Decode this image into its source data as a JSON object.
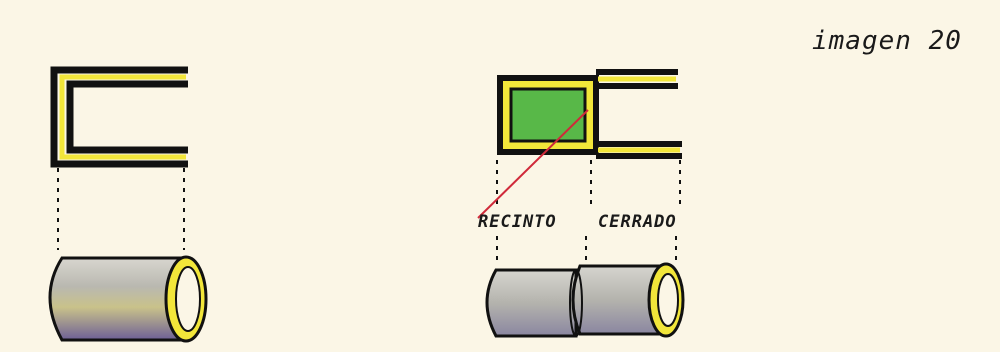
{
  "title": "imagen 20",
  "labels": {
    "recinto": "RECINTO",
    "cerrado": "CERRADO"
  },
  "colors": {
    "paper": "#fbf6e6",
    "ink": "#111111",
    "yellow": "#f2e63a",
    "green": "#58b848",
    "cylinder_grey": "#b9b9b4",
    "cylinder_violet": "#6d5f96",
    "red_line": "#d02a3a"
  },
  "figures": [
    {
      "name": "open-profile",
      "cylinder": "single-open-tube"
    },
    {
      "name": "closed-enclosure-profile",
      "cylinder": "two-joined-tubes"
    }
  ]
}
